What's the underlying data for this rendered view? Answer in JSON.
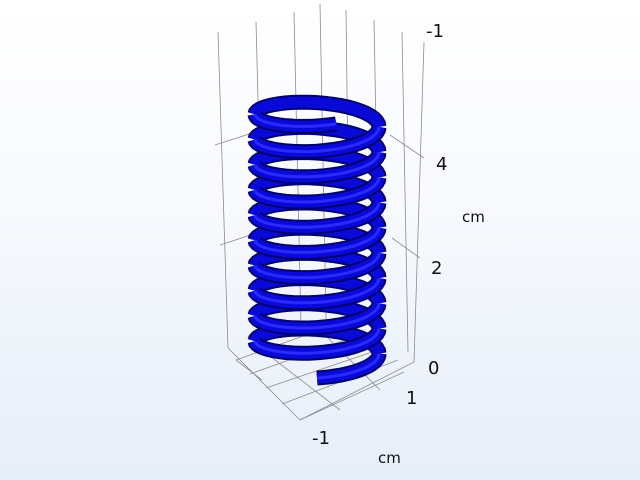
{
  "z_axis": {
    "unit": "cm",
    "ticks": [
      "-1",
      "4",
      "2",
      "0"
    ]
  },
  "xy_axis": {
    "unit": "cm",
    "ticks": [
      "1",
      "-1"
    ]
  },
  "colors": {
    "coil": "#0a0ad8",
    "coil_dark": "#02026e",
    "coil_light": "#2a2aff",
    "grid": "#8c8c8c"
  },
  "coil": {
    "turns": 10
  }
}
